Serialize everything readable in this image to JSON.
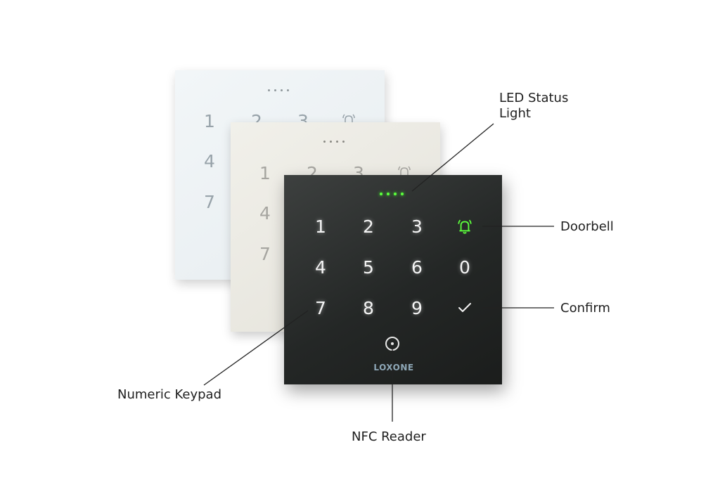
{
  "keypad_back": {
    "keys": [
      "1",
      "2",
      "3",
      "4",
      "7"
    ]
  },
  "keypad_mid": {
    "keys": [
      "1",
      "2",
      "3",
      "4",
      "7"
    ]
  },
  "keypad_front": {
    "keys": [
      "1",
      "2",
      "3",
      "4",
      "5",
      "6",
      "0",
      "7",
      "8",
      "9"
    ],
    "brand": "LOXONE"
  },
  "callouts": {
    "led_status": "LED Status\nLight",
    "doorbell": "Doorbell",
    "confirm": "Confirm",
    "numeric_keypad": "Numeric Keypad",
    "nfc_reader": "NFC Reader"
  },
  "icons": {
    "bell": "bell-icon",
    "check": "checkmark-icon",
    "nfc": "nfc-icon"
  },
  "colors": {
    "led_green": "#5cff3c",
    "front_panel": "#242726",
    "mid_panel": "#e9e8e1",
    "back_panel": "#edf2f4",
    "brand_text": "#8ea7b7"
  }
}
